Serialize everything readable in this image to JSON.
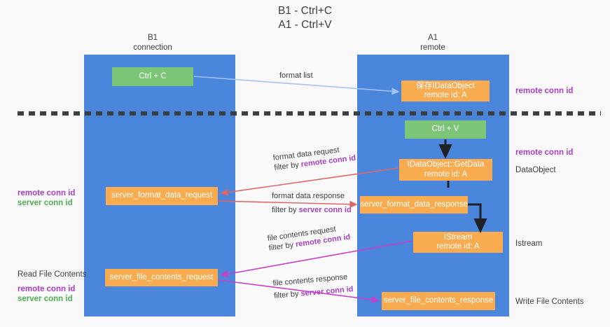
{
  "title": {
    "line1": "B1 - Ctrl+C",
    "line2": "A1 - Ctrl+V"
  },
  "colors": {
    "lane": "#4a86dc",
    "green_box": "#7cc576",
    "orange_box": "#f9ab50",
    "background": "#f9f9f9",
    "red_arrow": "#e06666",
    "magenta_arrow": "#c940c9",
    "light_blue_arrow": "#a4c2f4",
    "black_arrow": "#202124",
    "purple_text": "#a83fc4",
    "green_text": "#4caf50",
    "body_text": "#3c4043"
  },
  "columns": [
    {
      "id": "b1",
      "title": "B1",
      "subtitle": "connection"
    },
    {
      "id": "a1",
      "title": "A1",
      "subtitle": "remote"
    }
  ],
  "divider": {
    "style": "dashed",
    "label": ""
  },
  "boxes": [
    {
      "id": "ctrl-c",
      "kind": "green",
      "line1": "Ctrl + C",
      "line2": ""
    },
    {
      "id": "idataobject-remote",
      "kind": "orange",
      "line1": "保存IDataObject",
      "line2": "remote id: A"
    },
    {
      "id": "ctrl-v",
      "kind": "green",
      "line1": "Ctrl + V",
      "line2": ""
    },
    {
      "id": "idataobject-getdata",
      "kind": "orange",
      "line1": "IDataObject::GetData",
      "line2": "remote id: A"
    },
    {
      "id": "server-format-data-request",
      "kind": "orange",
      "line1": "server_format_data_request",
      "line2": ""
    },
    {
      "id": "server-format-data-response",
      "kind": "orange",
      "line1": "server_format_data_response",
      "line2": ""
    },
    {
      "id": "istream",
      "kind": "orange",
      "line1": "IStream",
      "line2": "remote id: A"
    },
    {
      "id": "server-file-contents-request",
      "kind": "orange",
      "line1": "server_file_contents_request",
      "line2": ""
    },
    {
      "id": "server-file-contents-response",
      "kind": "orange",
      "line1": "server_file_contents_response",
      "line2": ""
    }
  ],
  "edge_labels": [
    {
      "id": "format-list",
      "line1": "format list",
      "line2_prefix": "",
      "line2_key": ""
    },
    {
      "id": "format-data-request",
      "line1": "format data request",
      "line2_prefix": "filter by ",
      "line2_key": "remote conn id"
    },
    {
      "id": "format-data-response",
      "line1": "format data response",
      "line2_prefix": "filter by ",
      "line2_key": "server conn id"
    },
    {
      "id": "file-contents-request",
      "line1": "file contents request",
      "line2_prefix": "filter by ",
      "line2_key": "remote conn id"
    },
    {
      "id": "file-contents-response",
      "line1": "file contents response",
      "line2_prefix": "filter by ",
      "line2_key": "server conn id"
    }
  ],
  "left_notes": [
    {
      "id": "left-conn-ids",
      "purple": "remote conn id",
      "green": "server conn id",
      "plain": ""
    },
    {
      "id": "read-file-contents",
      "plain": "Read File Contents",
      "purple": "remote conn id",
      "green": "server conn id"
    }
  ],
  "right_notes": [
    {
      "id": "right-remote-conn-id-top",
      "purple": "remote conn id",
      "plain": ""
    },
    {
      "id": "right-remote-conn-id-mid",
      "purple": "remote conn id",
      "plain": ""
    },
    {
      "id": "right-dataobject",
      "purple": "",
      "plain": "DataObject"
    },
    {
      "id": "right-istream",
      "purple": "",
      "plain": "Istream"
    },
    {
      "id": "right-write-file-contents",
      "purple": "",
      "plain": "Write File Contents"
    }
  ]
}
